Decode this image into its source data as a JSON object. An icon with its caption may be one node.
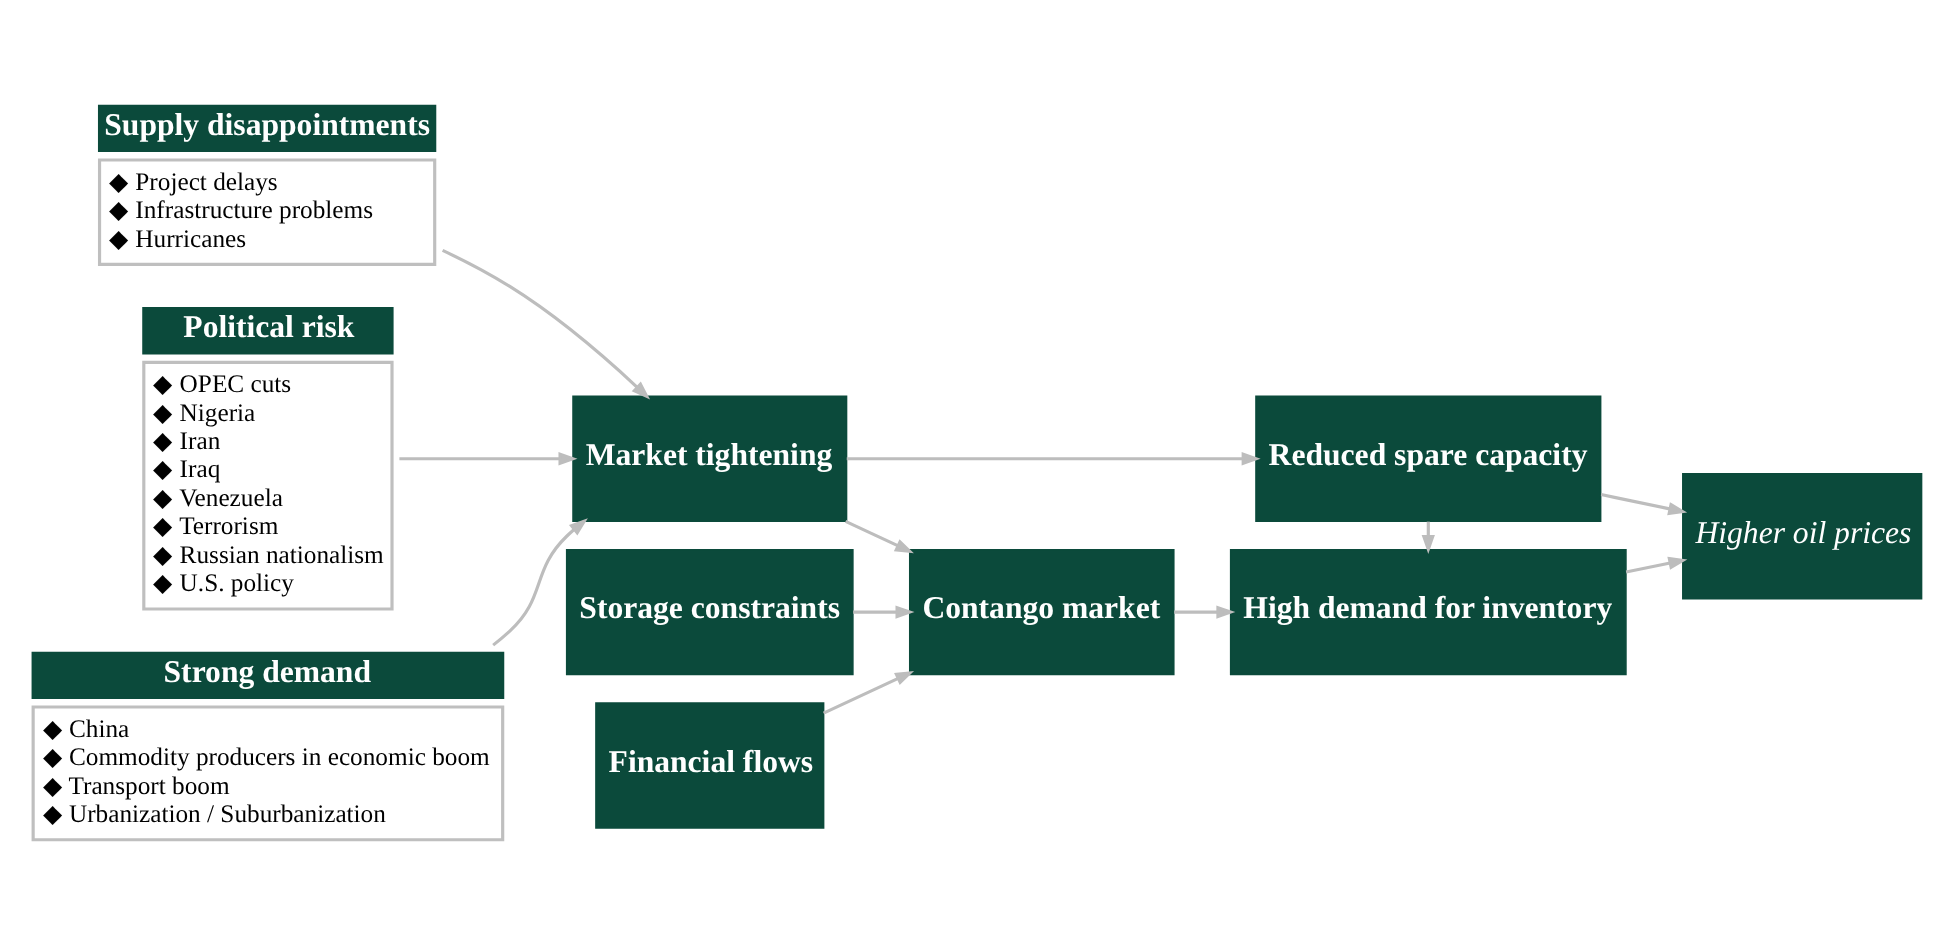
{
  "diagram": {
    "nodes": [
      {
        "text": [
          "Supply disappointments",
          "◆ Project delays",
          "◆ Infrastructure problems",
          "◆ Hurricanes"
        ]
      },
      {
        "text": [
          "Political risk",
          "◆ OPEC cuts",
          "◆ Nigeria",
          "◆ Iran",
          "◆ Iraq",
          "◆ Venezuela",
          "◆ Terrorism",
          "◆ Russian nationalism",
          "◆ U.S. policy"
        ]
      },
      {
        "text": [
          "Strong demand",
          "◆ China",
          "◆ Commodity producers in economic boom",
          "◆ Transport boom",
          "◆ Urbanization / Suburbanization"
        ]
      },
      {
        "text": [
          "Market tightening"
        ]
      },
      {
        "text": [
          "Storage constraints"
        ]
      },
      {
        "text": [
          "Financial flows"
        ]
      },
      {
        "text": [
          "Contango market"
        ]
      },
      {
        "text": [
          "Reduced spare capacity"
        ]
      },
      {
        "text": [
          "High demand for inventory"
        ]
      },
      {
        "text": [
          "Higher oil prices"
        ]
      }
    ],
    "edges": [
      {
        "from": 0,
        "to": 3,
        "arrow": "to"
      },
      {
        "from": 1,
        "to": 3,
        "arrow": "to"
      },
      {
        "from": 2,
        "to": 3,
        "arrow": "to"
      },
      {
        "from": 3,
        "to": 7,
        "arrow": "to"
      },
      {
        "from": 3,
        "to": 6,
        "arrow": "to"
      },
      {
        "from": 4,
        "to": 6,
        "arrow": "to"
      },
      {
        "from": 5,
        "to": 6,
        "arrow": "to"
      },
      {
        "from": 7,
        "to": 8,
        "arrow": "to"
      },
      {
        "from": 6,
        "to": 8,
        "arrow": "to"
      },
      {
        "from": 7,
        "to": 9,
        "arrow": "to"
      },
      {
        "from": 8,
        "to": 9,
        "arrow": "to"
      }
    ]
  }
}
